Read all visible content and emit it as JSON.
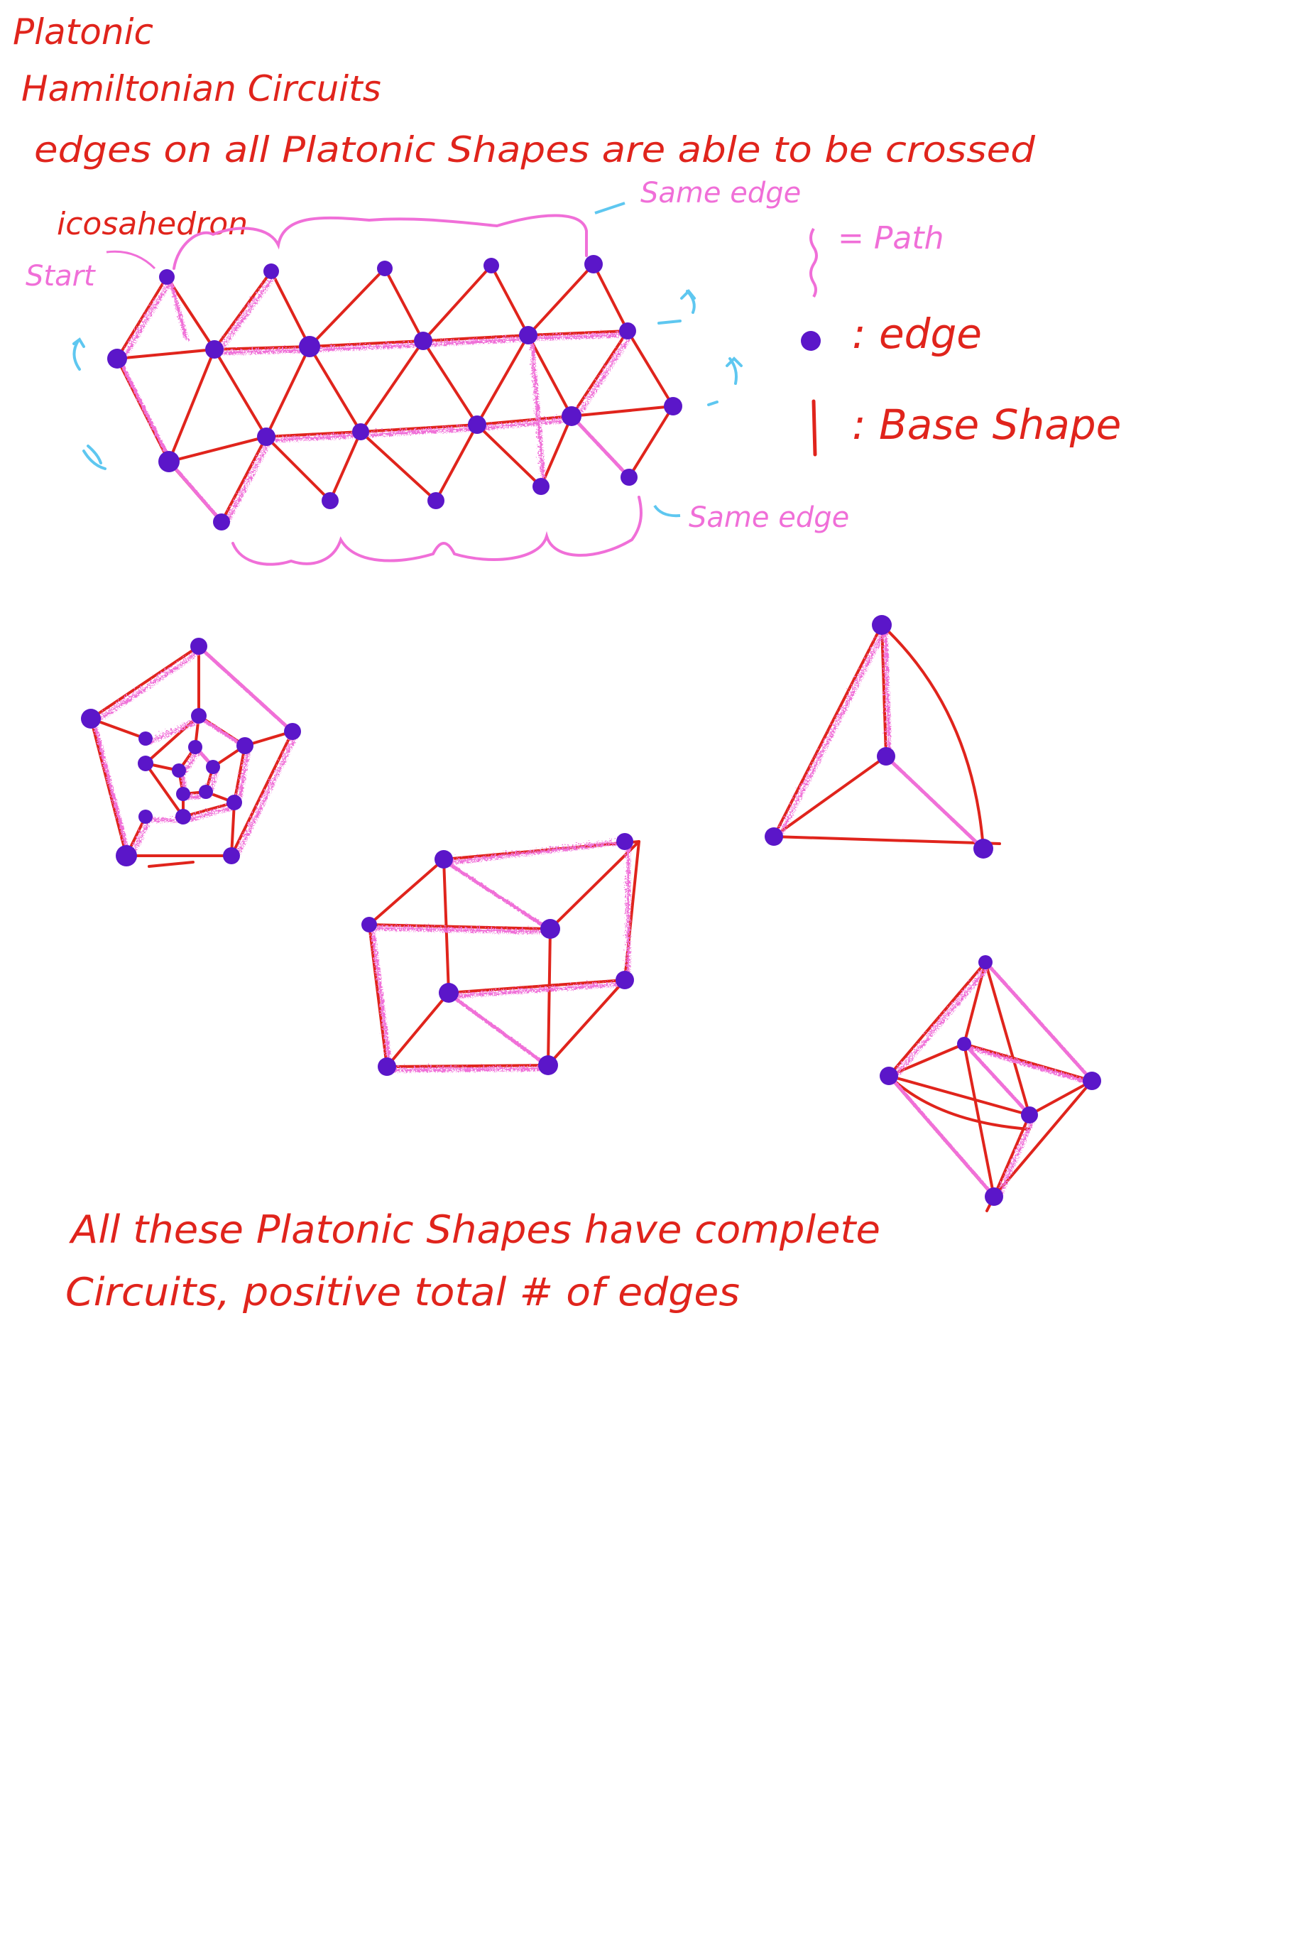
{
  "notes": {
    "title": "Platonic",
    "subtitle": "Hamiltonian Circuits",
    "statement": "edges on all Platonic Shapes are able to be crossed",
    "conclusion_line1": "All these Platonic Shapes have complete",
    "conclusion_line2": "Circuits, positive total # of edges"
  },
  "icosahedron": {
    "label": "icosahedron",
    "start_label": "Start",
    "same_edge_top": "Same edge",
    "same_edge_bottom": "Same edge"
  },
  "legend": {
    "path_label": "= Path",
    "vertex_label": ": edge",
    "base_label": ": Base Shape"
  },
  "shapes": [
    "icosahedron (net)",
    "dodecahedron",
    "tetrahedron",
    "cube",
    "octahedron"
  ],
  "colors": {
    "base_edge": "#e0241c",
    "path": "#f06fd8",
    "vertex": "#5b16c9",
    "annotation": "#5ec7f0",
    "text": "#e0241c"
  }
}
